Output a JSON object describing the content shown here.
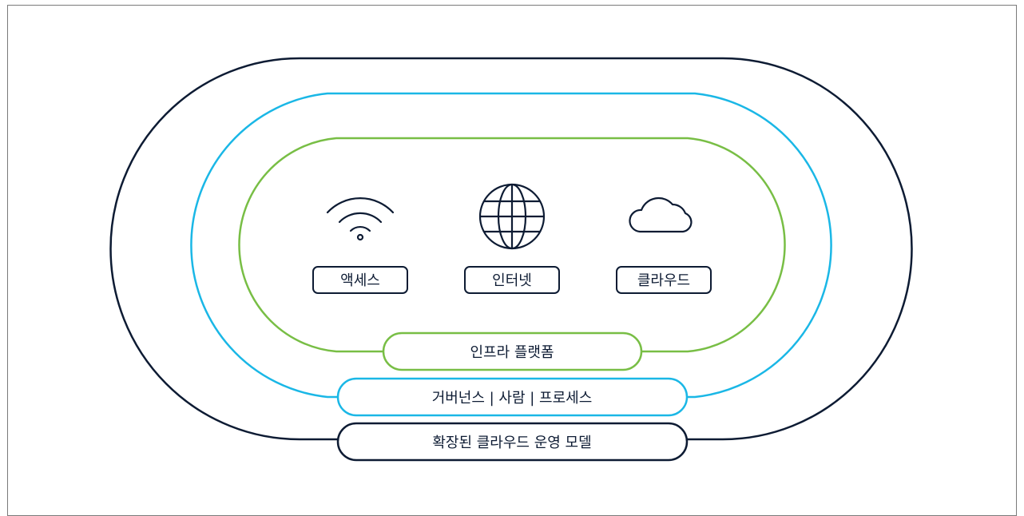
{
  "diagram": {
    "items": [
      {
        "label": "액세스",
        "icon": "wifi-icon"
      },
      {
        "label": "인터넷",
        "icon": "globe-icon"
      },
      {
        "label": "클라우드",
        "icon": "cloud-icon"
      }
    ],
    "layers": {
      "inner": {
        "label": "인프라 플랫폼",
        "color": "#78be45"
      },
      "middle": {
        "label": "거버넌스 | 사람 | 프로세스",
        "color": "#1ab7e6"
      },
      "outer": {
        "label": "확장된 클라우드 운영 모델",
        "color": "#0d1b33"
      }
    }
  }
}
